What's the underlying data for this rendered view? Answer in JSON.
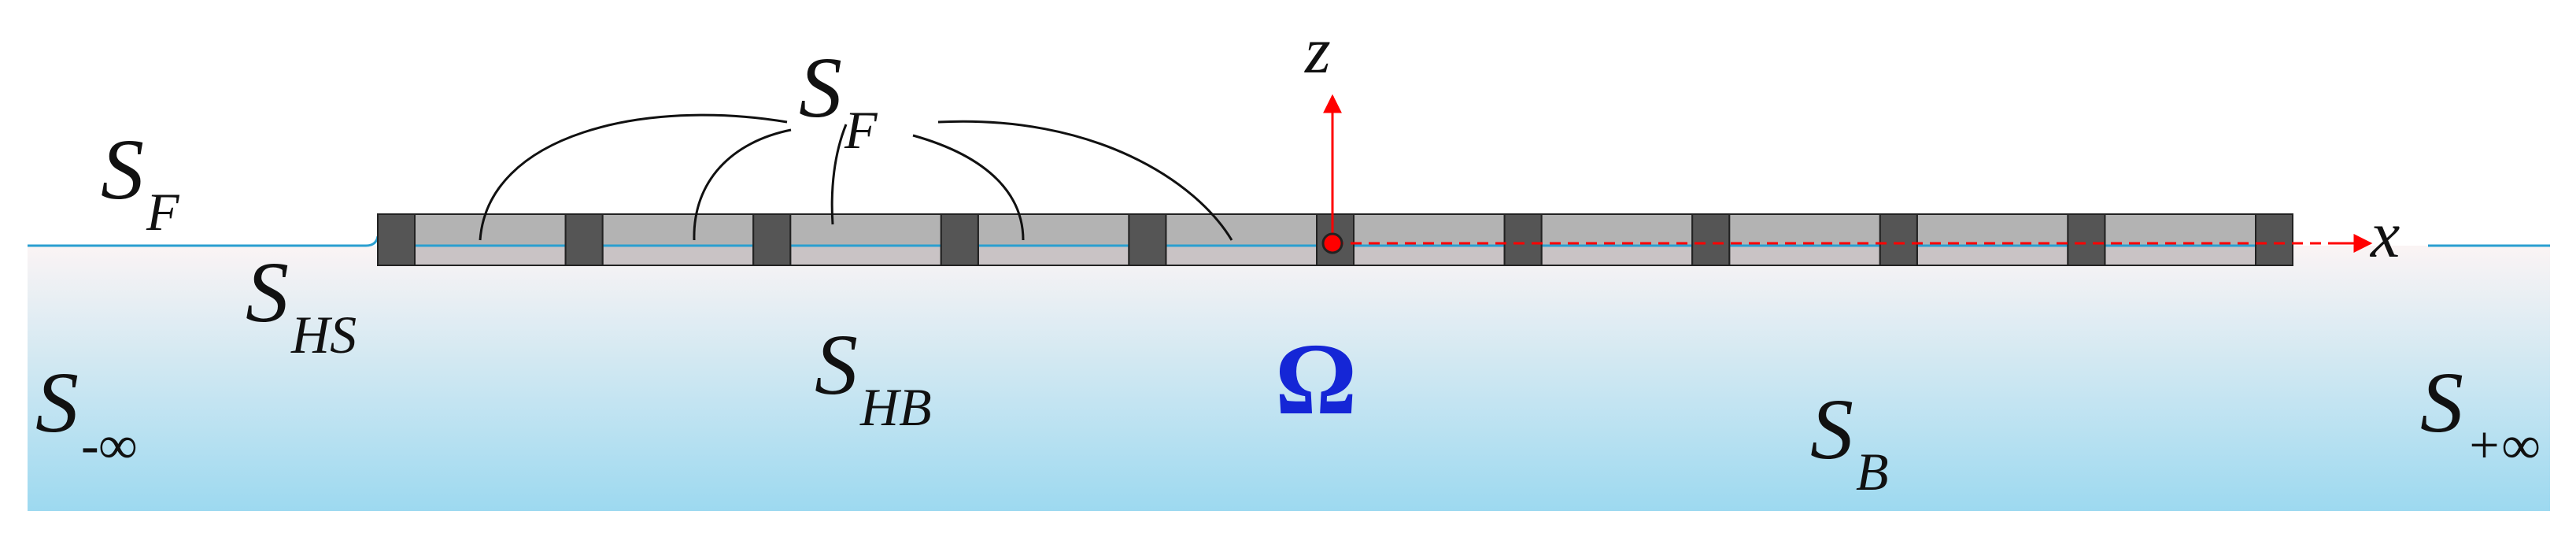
{
  "colors": {
    "water_top": "#fbf4f4",
    "water_bottom": "#9dd9f0",
    "free_surface": "#2a9fd0",
    "module_fill": "#c9c3c5",
    "module_submerged": "#b3b3b3",
    "connector_fill": "#555555",
    "axis": "#ff0000",
    "omega": "#1526d6",
    "text": "#111111"
  },
  "labels": {
    "sf_left": {
      "main": "S",
      "sub": "F"
    },
    "sf_top": {
      "main": "S",
      "sub": "F"
    },
    "shs": {
      "main": "S",
      "sub": "HS"
    },
    "shb": {
      "main": "S",
      "sub": "HB"
    },
    "sb": {
      "main": "S",
      "sub": "B"
    },
    "s_minus_inf": {
      "main": "S",
      "sub": "-∞"
    },
    "s_plus_inf": {
      "main": "S",
      "sub": "+∞"
    },
    "omega": "Ω",
    "axis_x": "x",
    "axis_z": "z"
  },
  "structure": {
    "module_count": 10,
    "connector_count": 11,
    "origin_at_connector": 5
  }
}
